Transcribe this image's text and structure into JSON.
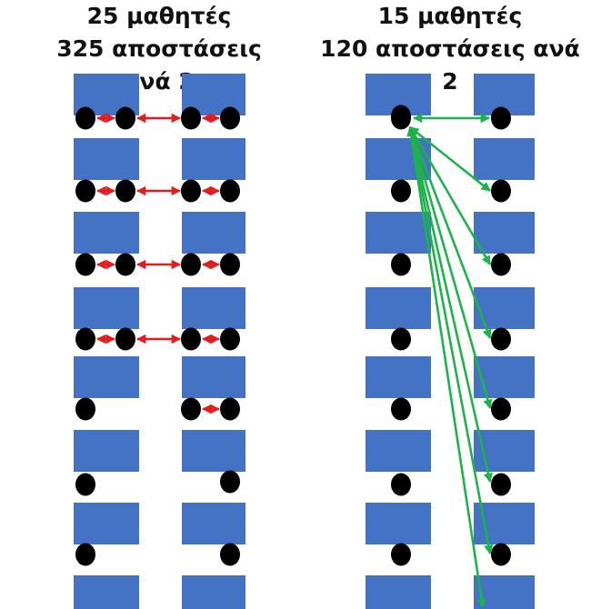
{
  "left_panel": {
    "title_line1": "25 μαθητές",
    "title_line2": "325 αποστάσεις ανά 2",
    "pair_color": "#e11d1d"
  },
  "right_panel": {
    "title_line1": "15 μαθητές",
    "title_line2": "120 αποστάσεις ανά 2",
    "pair_color": "#1db34a"
  },
  "colors": {
    "desk": "#4472c4",
    "student": "#000000"
  }
}
